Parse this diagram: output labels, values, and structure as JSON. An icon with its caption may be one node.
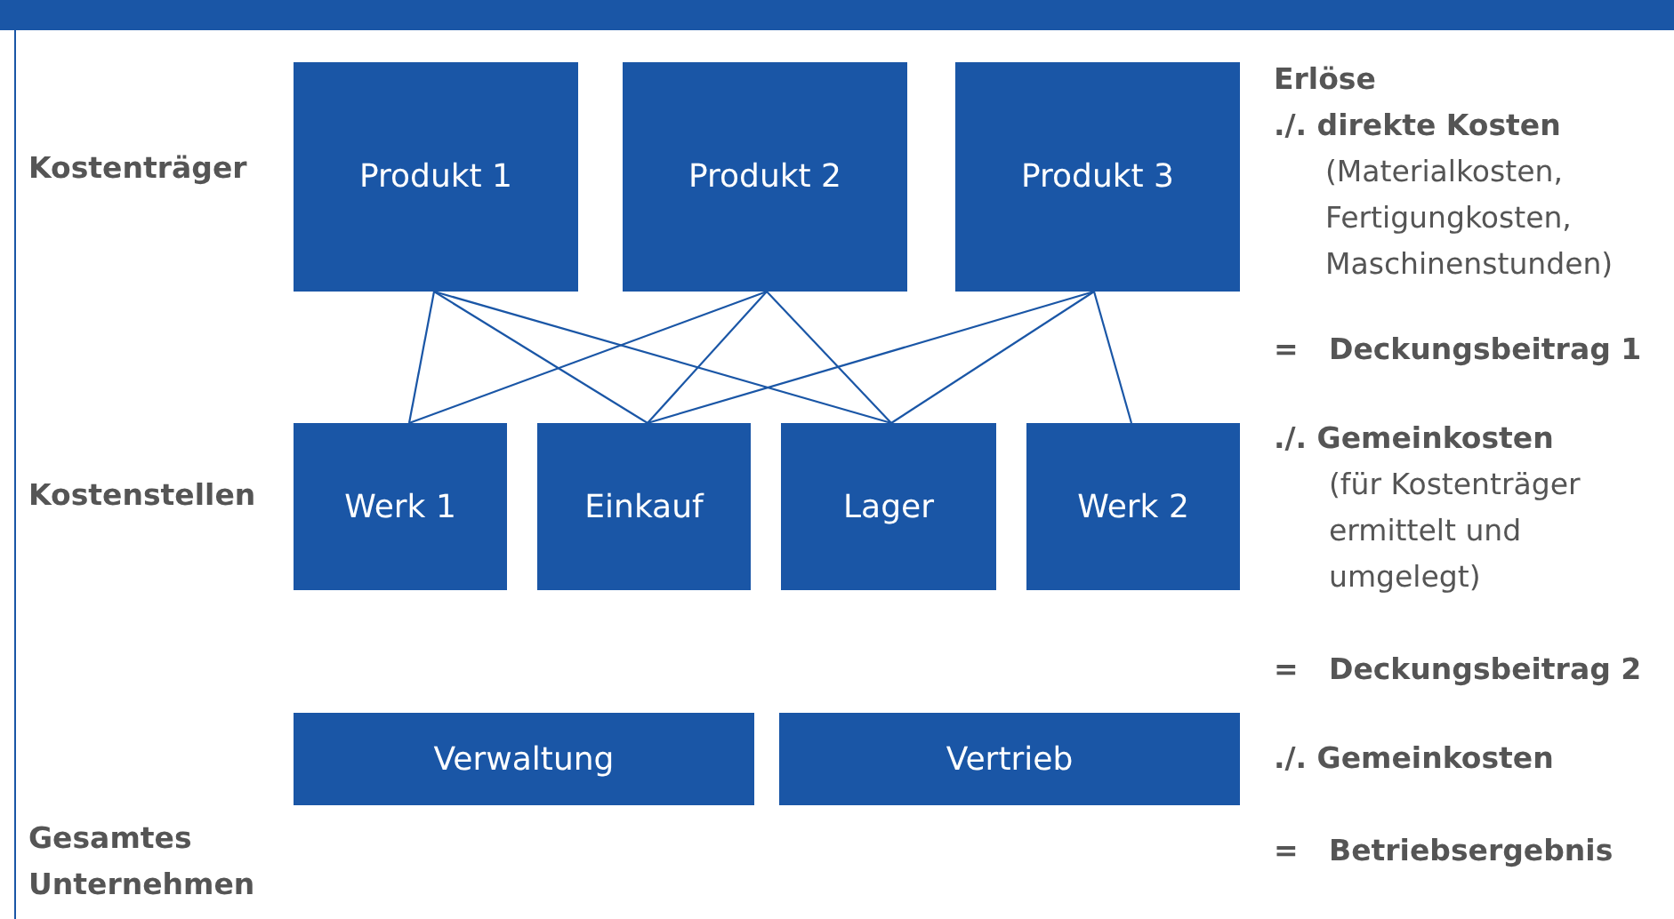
{
  "diagram": {
    "nodes": [
      {
        "text": [
          "Produkt 1"
        ]
      },
      {
        "text": [
          "Produkt 2"
        ]
      },
      {
        "text": [
          "Produkt 3"
        ]
      },
      {
        "text": [
          "Werk 1"
        ]
      },
      {
        "text": [
          "Einkauf"
        ]
      },
      {
        "text": [
          "Lager"
        ]
      },
      {
        "text": [
          "Werk 2"
        ]
      },
      {
        "text": [
          "Verwaltung"
        ]
      },
      {
        "text": [
          "Vertrieb"
        ]
      }
    ],
    "edges": [
      {
        "from": 0,
        "to": 3,
        "arrow": "none"
      },
      {
        "from": 0,
        "to": 4,
        "arrow": "none"
      },
      {
        "from": 0,
        "to": 5,
        "arrow": "none"
      },
      {
        "from": 1,
        "to": 3,
        "arrow": "none"
      },
      {
        "from": 1,
        "to": 4,
        "arrow": "none"
      },
      {
        "from": 1,
        "to": 5,
        "arrow": "none"
      },
      {
        "from": 2,
        "to": 4,
        "arrow": "none"
      },
      {
        "from": 2,
        "to": 5,
        "arrow": "none"
      },
      {
        "from": 2,
        "to": 6,
        "arrow": "none"
      }
    ],
    "labels": [
      "Kostenträger",
      "Kostenstellen",
      "Gesamtes Unternehmen",
      "Erlöse",
      "./. direkte Kosten",
      "(Materialkosten, Fertigungkosten, Maschinenstunden)",
      "=",
      "Deckungsbeitrag 1",
      "./. Gemeinkosten",
      "(für Kostenträger ermittelt und umgelegt)",
      "=",
      "Deckungsbeitrag 2",
      "./. Gemeinkosten",
      "=",
      "Betriebsergebnis"
    ]
  }
}
